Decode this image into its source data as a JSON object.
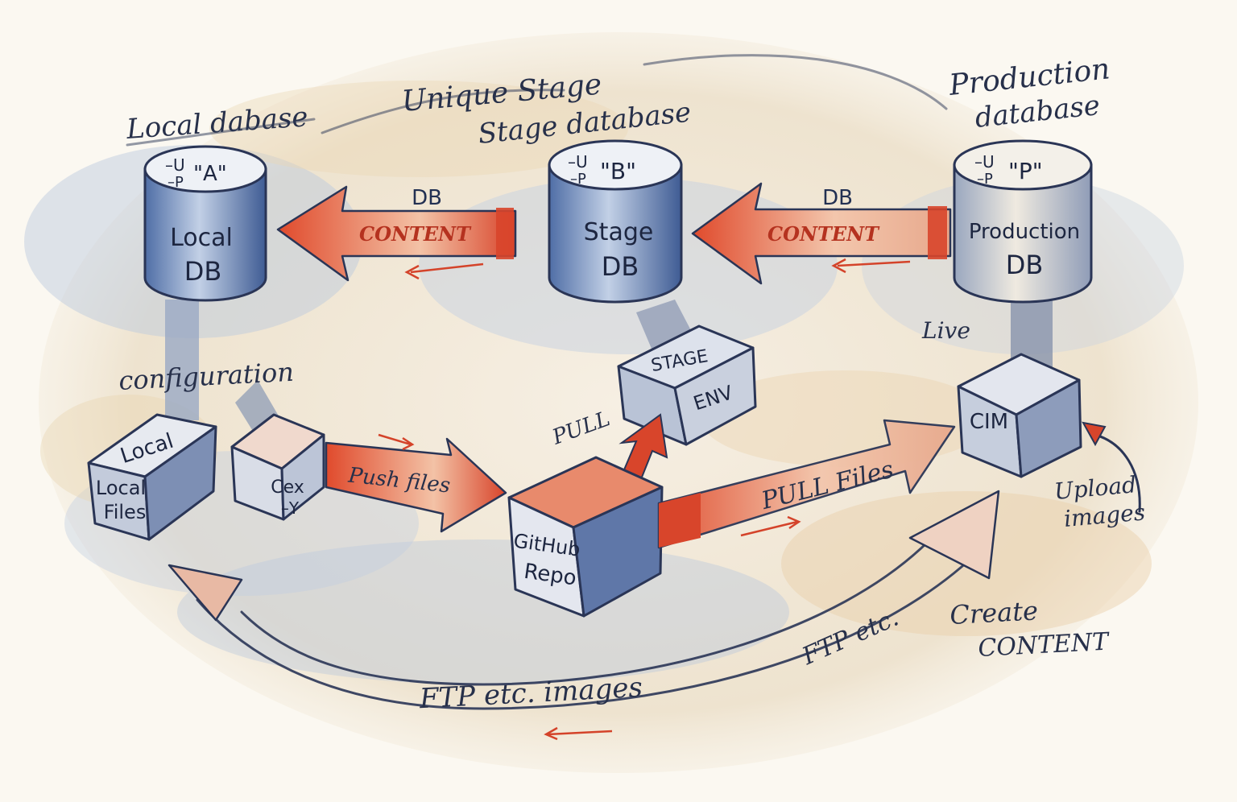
{
  "labels": {
    "local_database": "Local dabase",
    "unique_stage": "Unique Stage",
    "stage_database": "Stage database",
    "production_database_line1": "Production",
    "production_database_line2": "database",
    "configuration": "configuration",
    "live": "Live",
    "pull": "PULL",
    "upload_images_line1": "Upload",
    "upload_images_line2": "images",
    "create_content_line1": "Create",
    "create_content_line2": "CONTENT"
  },
  "databases": {
    "local": {
      "top_line1": "–U",
      "top_line2": "–P",
      "letter": "\"A\"",
      "name_line1": "Local",
      "name_line2": "DB"
    },
    "stage": {
      "top_line1": "–U",
      "top_line2": "–P",
      "letter": "\"B\"",
      "name_line1": "Stage",
      "name_line2": "DB"
    },
    "production": {
      "top_line1": "–U",
      "top_line2": "–P",
      "letter": "\"P\"",
      "name_line1": "Production",
      "name_line2": "DB"
    }
  },
  "boxes": {
    "local_files": {
      "face_top": "Local",
      "line1": "Local",
      "line2": "Files"
    },
    "cexy": {
      "line1": "Cex",
      "line2": "–Y"
    },
    "github": {
      "line1": "GitHub",
      "line2": "Repo"
    },
    "stage_env": {
      "line1": "STAGE",
      "line2": "ENV"
    },
    "cim": {
      "line1": "CIM"
    }
  },
  "arrows": {
    "db_content_left": {
      "top": "DB",
      "main": "CONTENT"
    },
    "db_content_right": {
      "top": "DB",
      "main": "CONTENT"
    },
    "push_files": "Push files",
    "pull_files": "PULL Files",
    "ftp_upper": "FTP etc.",
    "ftp_lower": "FTP etc. images"
  },
  "colors": {
    "ink": "#27304a",
    "accent_red": "#d4432a",
    "db_blue": "#6f89b8",
    "box_grey": "#c9cfdc"
  }
}
